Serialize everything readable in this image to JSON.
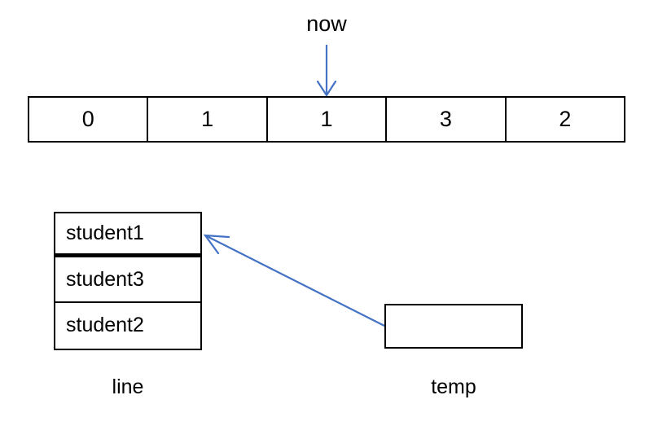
{
  "diagram": {
    "title": "Queue array with now pointer and line / temp stack diagram",
    "colors": {
      "stroke": "#000000",
      "arrow": "#4472C4",
      "background": "#ffffff"
    },
    "array": {
      "name": "array-row",
      "cells": [
        {
          "value": "0"
        },
        {
          "value": "1"
        },
        {
          "value": "1"
        },
        {
          "value": "3"
        },
        {
          "value": "2"
        }
      ]
    },
    "pointer": {
      "label": "now",
      "points_to_cell_index": 2
    },
    "line_stack": {
      "caption": "line",
      "cells": [
        {
          "value": "student1"
        },
        {
          "value": "student3"
        },
        {
          "value": "student2"
        }
      ]
    },
    "temp_box": {
      "caption": "temp",
      "value": ""
    }
  }
}
